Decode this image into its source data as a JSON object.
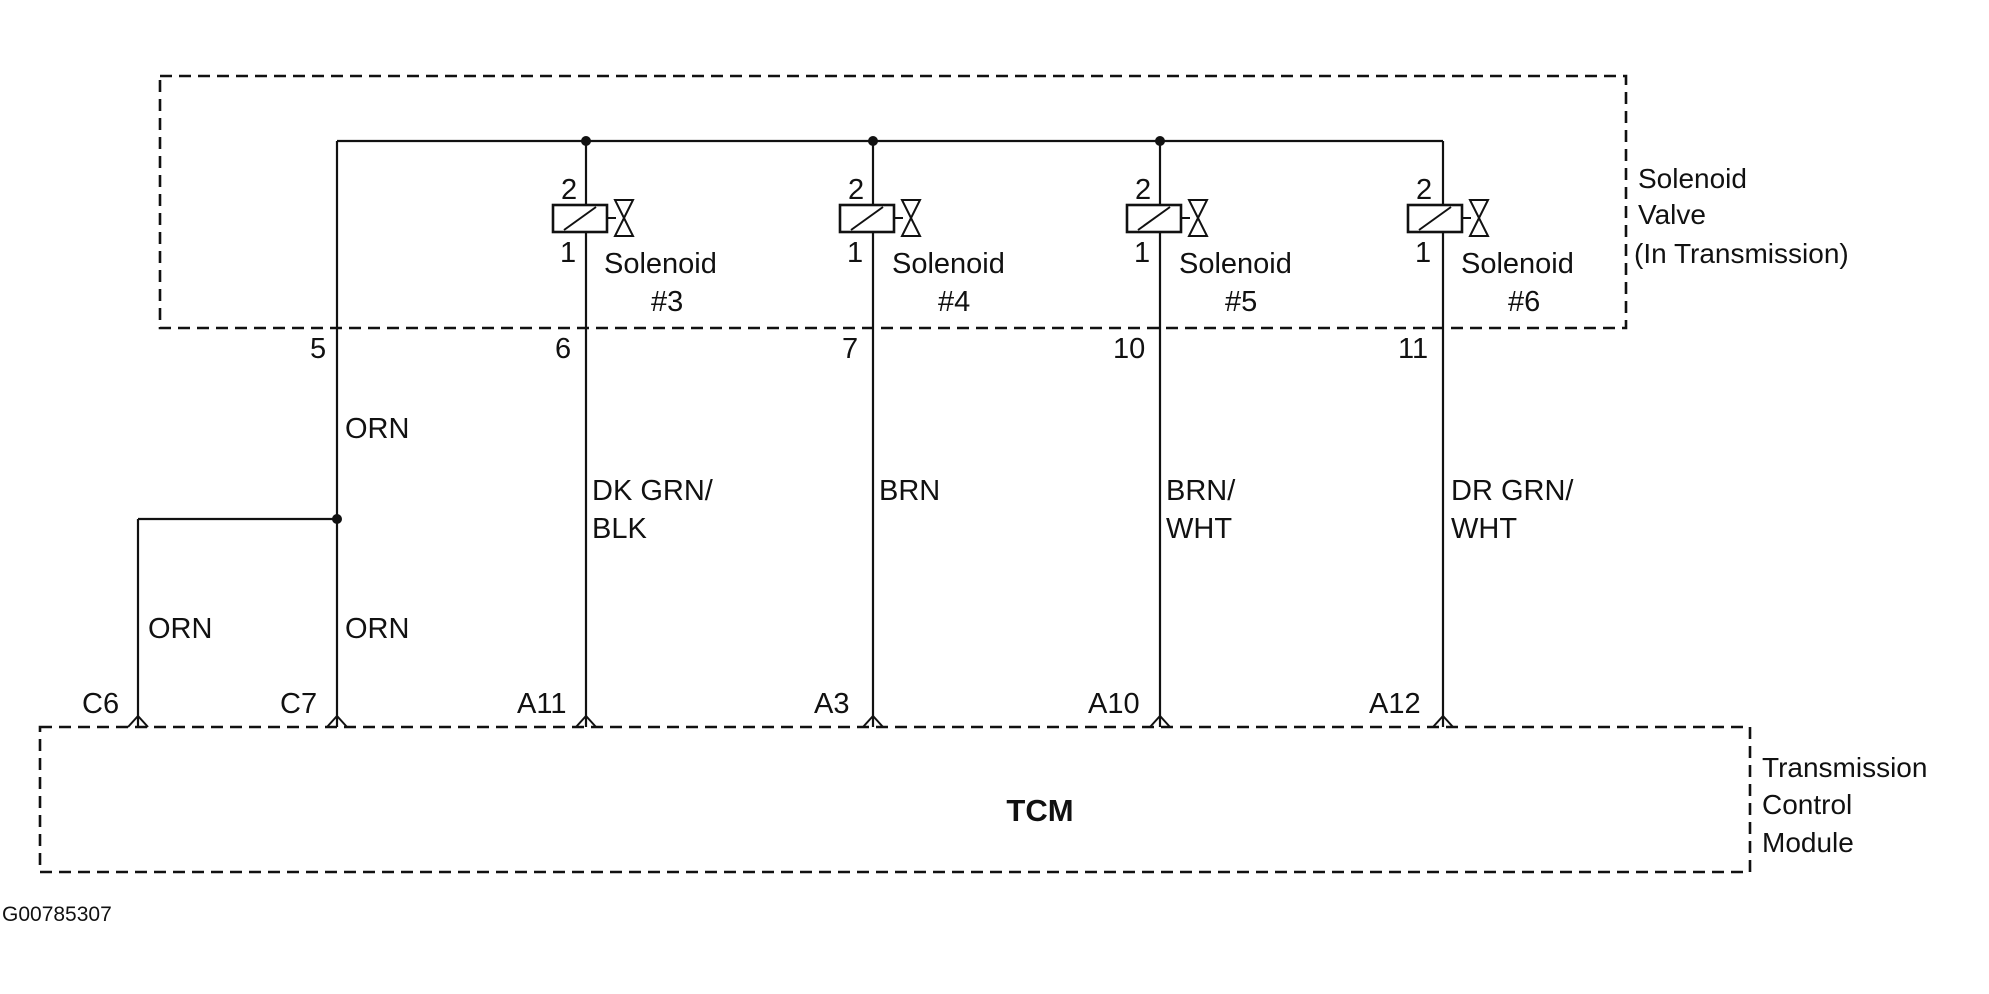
{
  "solenoid_box": {
    "label_lines": [
      "Solenoid",
      "Valve",
      "(In Transmission)"
    ]
  },
  "solenoids": [
    {
      "name_line1": "Solenoid",
      "name_line2": "#3",
      "pin_top": "2",
      "pin_bottom": "1",
      "harness_pin": "6",
      "wire_line1": "DK GRN/",
      "wire_line2": "BLK",
      "tcm_pin": "A11"
    },
    {
      "name_line1": "Solenoid",
      "name_line2": "#4",
      "pin_top": "2",
      "pin_bottom": "1",
      "harness_pin": "7",
      "wire_line1": "BRN",
      "wire_line2": "",
      "tcm_pin": "A3"
    },
    {
      "name_line1": "Solenoid",
      "name_line2": "#5",
      "pin_top": "2",
      "pin_bottom": "1",
      "harness_pin": "10",
      "wire_line1": "BRN/",
      "wire_line2": "WHT",
      "tcm_pin": "A10"
    },
    {
      "name_line1": "Solenoid",
      "name_line2": "#6",
      "pin_top": "2",
      "pin_bottom": "1",
      "harness_pin": "11",
      "wire_line1": "DR GRN/",
      "wire_line2": "WHT",
      "tcm_pin": "A12"
    }
  ],
  "feed": {
    "harness_pin": "5",
    "wire_upper": "ORN",
    "wire_c7": "ORN",
    "wire_c6": "ORN",
    "tcm_pin_c6": "C6",
    "tcm_pin_c7": "C7"
  },
  "tcm_box": {
    "center_label": "TCM",
    "label_lines": [
      "Transmission",
      "Control",
      "Module"
    ]
  },
  "figure_code": "G00785307"
}
